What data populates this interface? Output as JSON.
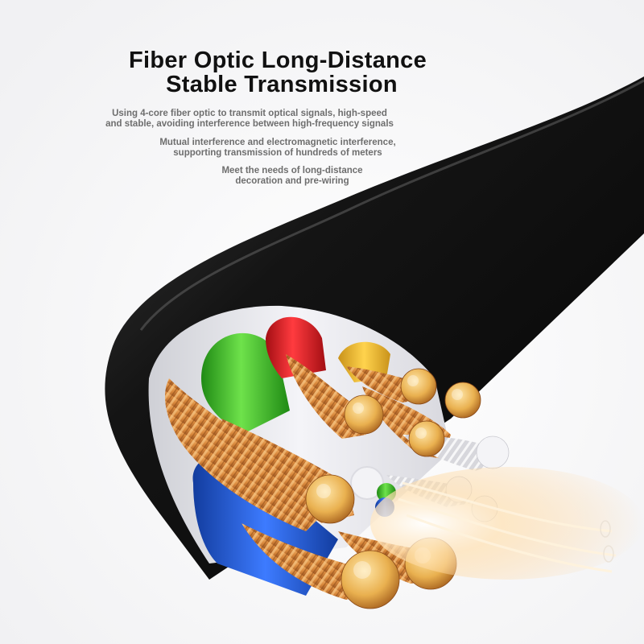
{
  "title": {
    "line1": "Fiber Optic Long-Distance",
    "line2": "Stable Transmission"
  },
  "features": [
    {
      "line1": "Using 4-core fiber optic to transmit optical signals, high-speed",
      "line2": "and stable, avoiding interference between high-frequency signals"
    },
    {
      "line1": "Mutual interference and electromagnetic interference,",
      "line2": "supporting transmission of hundreds of meters"
    },
    {
      "line1": "Meet the needs of long-distance",
      "line2": "decoration and pre-wiring"
    }
  ],
  "image": {
    "subject": "cable cross-section",
    "colors": {
      "jacket": "#111111",
      "filler": "#e9e9ee",
      "copper": "#d9883c",
      "green_insulation": "#3fbf2a",
      "red_insulation": "#e51d24",
      "yellow_insulation": "#f2c230",
      "blue_insulation": "#1f55d8",
      "fiber_glow": "#ffd9a0"
    }
  }
}
